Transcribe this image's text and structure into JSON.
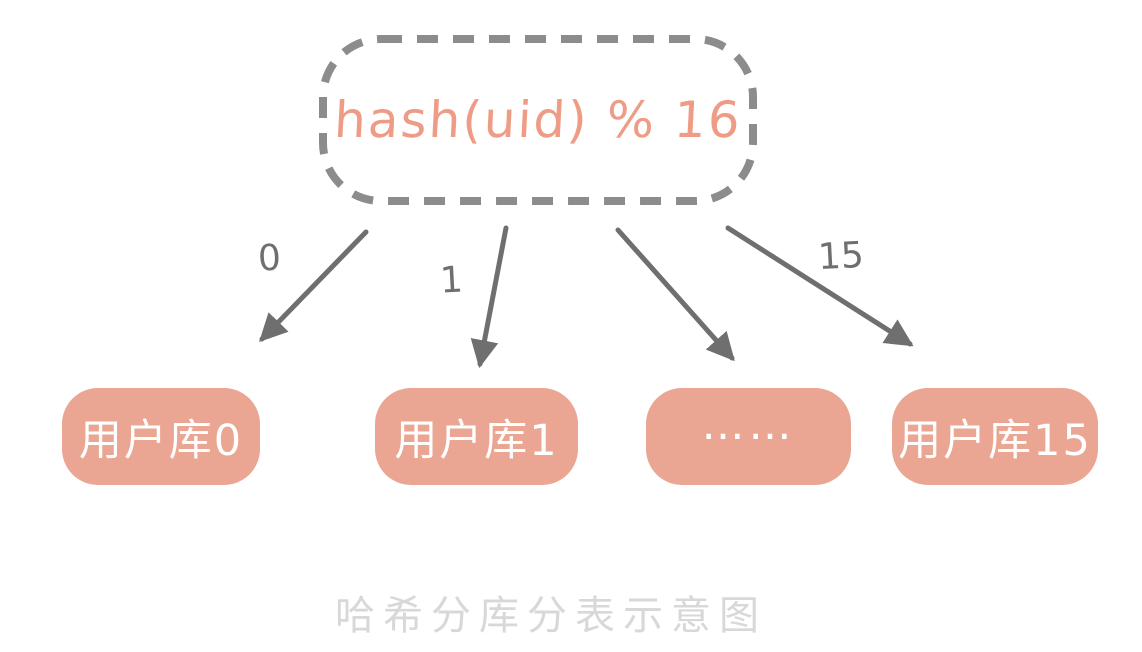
{
  "diagram": {
    "hash_node_label": "hash(uid) % 16",
    "arrow_labels": [
      "0",
      "1",
      "15"
    ],
    "shards": [
      "用户库0",
      "用户库1",
      "……",
      "用户库15"
    ],
    "caption": "哈希分库分表示意图"
  },
  "colors": {
    "shard_fill": "#eaa692",
    "hash_text": "#ee9c85",
    "dashed_border": "#8c8c8c",
    "arrow_gray": "#6f6f6f",
    "caption_gray": "#d8d8d8",
    "background": "#ffffff"
  }
}
